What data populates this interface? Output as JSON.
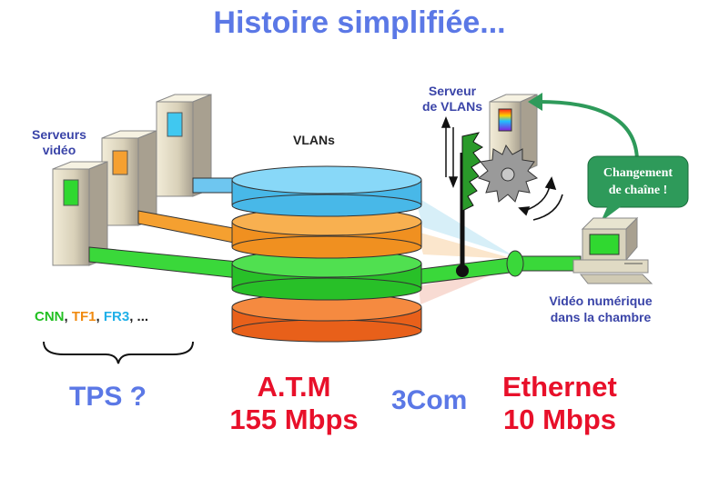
{
  "title": "Histoire simplifiée...",
  "servers_label": [
    "Serveurs",
    "vidéo"
  ],
  "vlan_server_label": [
    "Serveur",
    "de VLANs"
  ],
  "vlans_label": "VLANs",
  "channels": [
    {
      "text": "CNN",
      "color": "#22c022"
    },
    {
      "text": ", ",
      "color": "#222222"
    },
    {
      "text": "TF1",
      "color": "#f08a10"
    },
    {
      "text": ", ",
      "color": "#222222"
    },
    {
      "text": "FR3",
      "color": "#20b0e8"
    },
    {
      "text": ", ...",
      "color": "#222222"
    }
  ],
  "tps_label": "TPS ?",
  "atm": [
    "A.T.M",
    "155 Mbps"
  ],
  "threecom": "3Com",
  "ethernet": [
    "Ethernet",
    "10 Mbps"
  ],
  "video_label": [
    "Vidéo numérique",
    "dans la chambre"
  ],
  "bubble": [
    "Changement",
    "de chaîne !"
  ],
  "colors": {
    "title_blue": "#5b78e6",
    "accent_red": "#e8102a",
    "vlan_blue": "#6ec6f0",
    "vlan_orange": "#f5a030",
    "vlan_green": "#3ad83a",
    "vlan_red": "#f07020",
    "bubble_green": "#2e9a5a"
  }
}
